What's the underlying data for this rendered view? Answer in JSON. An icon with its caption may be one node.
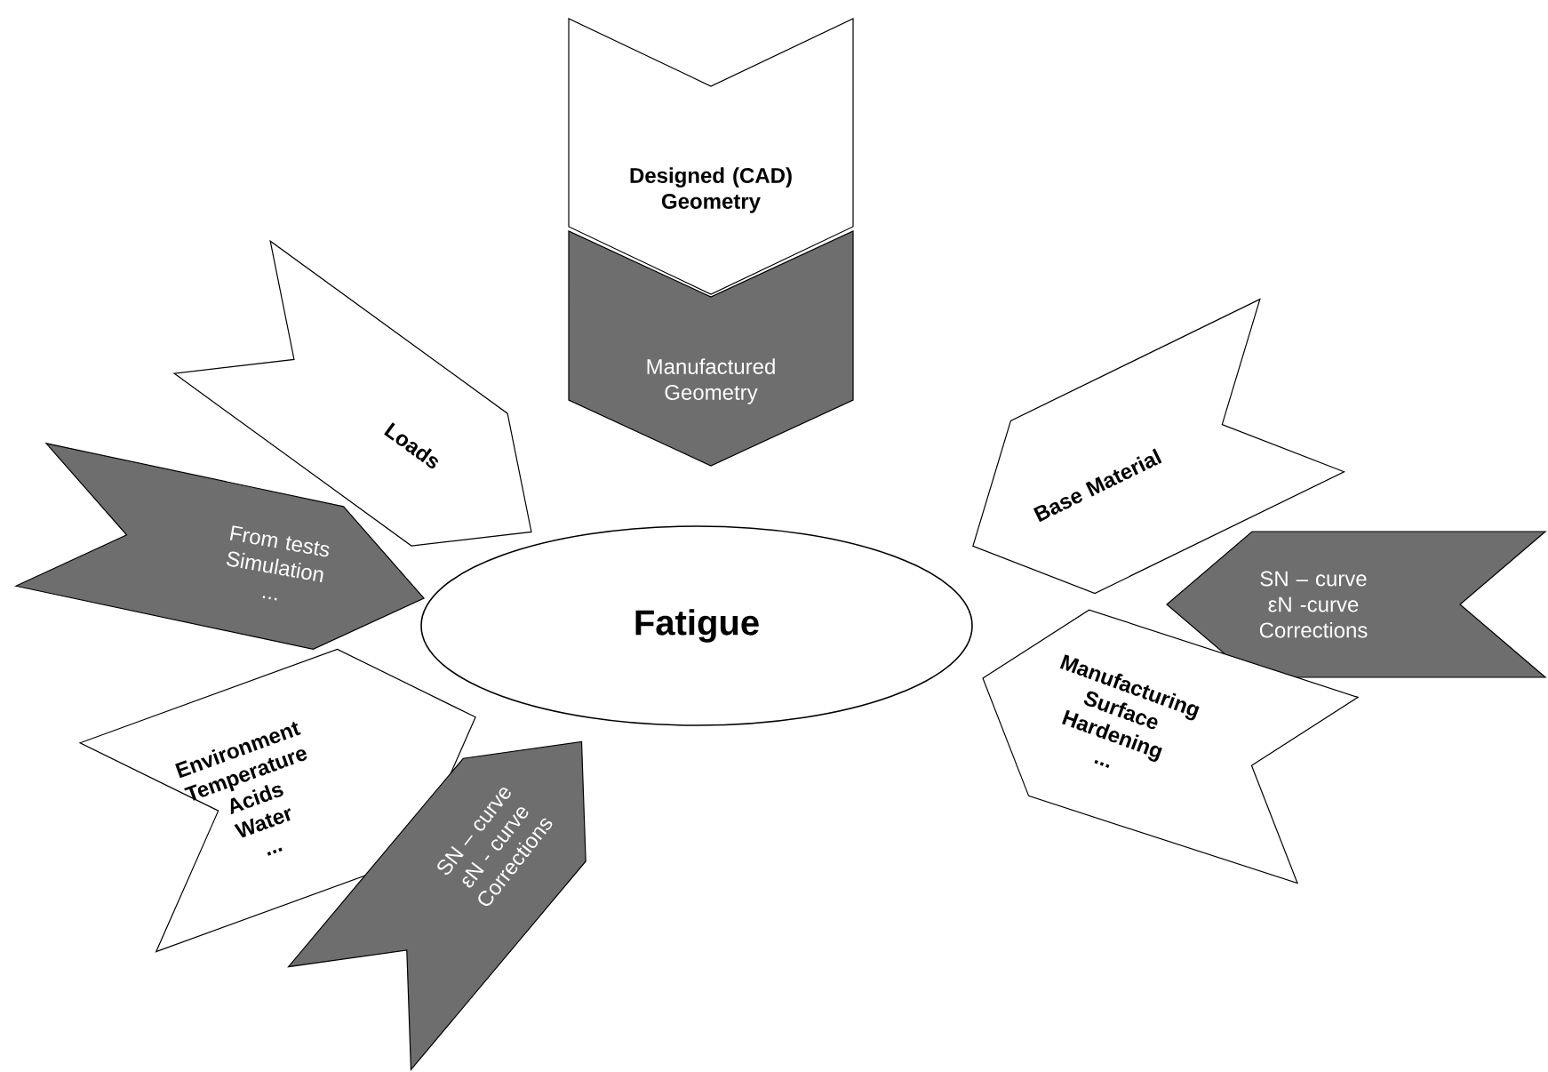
{
  "diagram": {
    "nodes": [
      {
        "text": [
          "Designed (CAD) Geometry"
        ]
      },
      {
        "text": [
          "Manufactured Geometry"
        ]
      },
      {
        "text": [
          "Loads"
        ]
      },
      {
        "text": [
          "Base Material"
        ]
      },
      {
        "text": [
          "From tests",
          "Simulation",
          "..."
        ]
      },
      {
        "text": [
          "Fatigue"
        ]
      },
      {
        "text": [
          "SN – curve",
          "εN -curve",
          "Corrections"
        ]
      },
      {
        "text": [
          "Environment",
          "Temperature",
          "Acids",
          "Water",
          "..."
        ]
      },
      {
        "text": [
          "Manufacturing",
          "Surface",
          "Hardening",
          "..."
        ]
      },
      {
        "text": [
          "SN – curve",
          "εN - curve",
          "Corrections"
        ]
      }
    ]
  }
}
